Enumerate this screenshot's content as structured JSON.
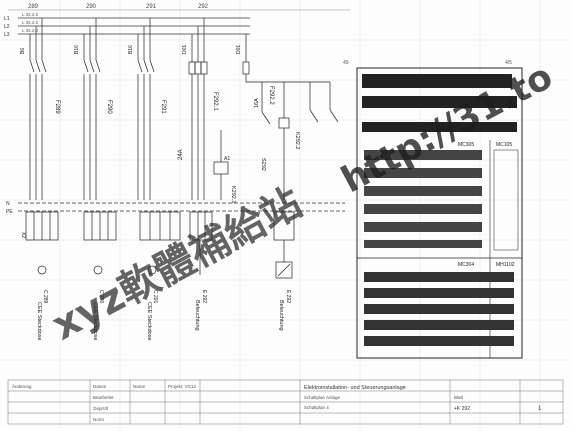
{
  "sheet": {
    "column_numbers": [
      "289",
      "290",
      "291",
      "292"
    ],
    "bus_labels": [
      "L 32.2.0",
      "L 32.2.0",
      "L 32.2.0"
    ],
    "bus_lines": [
      "L1",
      "L2",
      "L3"
    ],
    "pe_labels": [
      "N",
      "PE"
    ],
    "top_right_marker": "49",
    "top_right_cabinet_label": "4/5"
  },
  "circuits": [
    {
      "id": "B6",
      "fuse": "F289",
      "terminal_block": "X2",
      "socket": "CEE Steckdose",
      "socket_tag": "C 289"
    },
    {
      "id": "B16",
      "fuse": "F290",
      "terminal_block": "X2",
      "socket": "CEE Steckdose",
      "socket_tag": "C 290"
    },
    {
      "id": "B16",
      "fuse": "F291",
      "terminal_block": "X2",
      "socket": "CEE Steckdose",
      "socket_tag": "C 291"
    },
    {
      "id": "D01",
      "fuse": "F292.1",
      "current": "24A",
      "coil": "K292.2",
      "relay": "A1",
      "aux": "K292.1",
      "load": "Beleuchtung",
      "load_tag": "E 292"
    },
    {
      "id": "D01",
      "fuse": "F292.2",
      "current": "16A",
      "switch": "S292",
      "lamp_tag": "E 292",
      "lamp_label": "Beleuchtung"
    }
  ],
  "panel": {
    "rows": [
      "MC305",
      "MC105",
      "MC304",
      "MH1102"
    ],
    "title_label": "Cabinet layout"
  },
  "title_block": {
    "project_name": "Elektroinstallation- und Steuerungsanlage",
    "line2": "Schaltplan Anlage",
    "line3": "Schaltplan 4",
    "drawn_label": "Bearbeitet",
    "checked_label": "Geprüft",
    "date_label": "Datum",
    "name_label": "Name",
    "norm_label": "Norm",
    "sheet_label": "Blatt",
    "revision_label": "Änderung",
    "project_label": "Projekt: VG12",
    "sheet_no": "+K 292",
    "page_no": "1"
  },
  "watermark": {
    "site": "xyz軟體補給站",
    "url": "http://31.to"
  }
}
